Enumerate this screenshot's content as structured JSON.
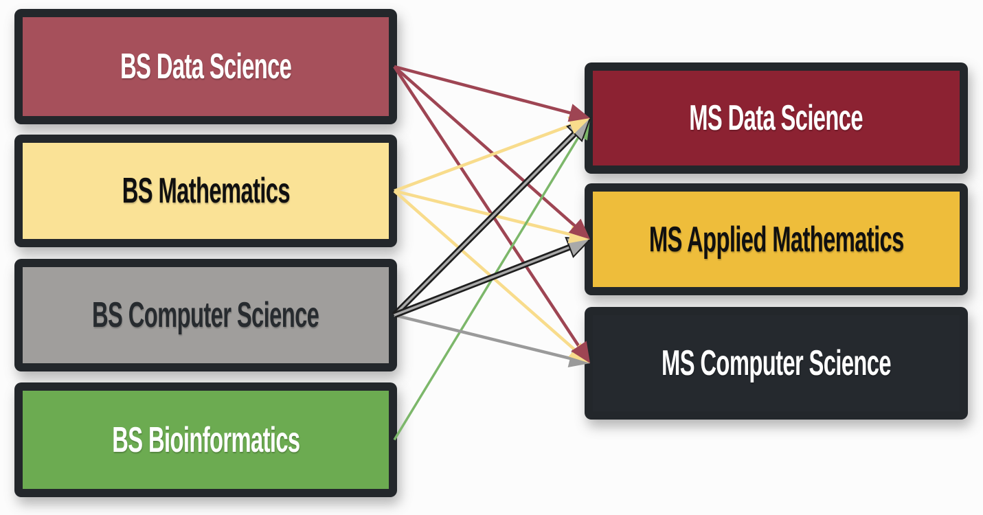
{
  "diagram": {
    "background_color": "#FCFCFC",
    "box_border_color": "#23272B",
    "nodes": [
      {
        "id": "bs-data-science",
        "label": "BS Data Science",
        "fill": "#A6505B",
        "text_color": "#FFFFFF",
        "column": "left"
      },
      {
        "id": "bs-mathematics",
        "label": "BS Mathematics",
        "fill": "#FAE296",
        "text_color": "#101010",
        "column": "left"
      },
      {
        "id": "bs-computer-science",
        "label": "BS Computer Science",
        "fill": "#A09E9C",
        "text_color": "#272B2F",
        "column": "left"
      },
      {
        "id": "bs-bioinformatics",
        "label": "BS Bioinformatics",
        "fill": "#6CAB51",
        "text_color": "#FFFFFF",
        "column": "left"
      },
      {
        "id": "ms-data-science",
        "label": "MS Data Science",
        "fill": "#8C2232",
        "text_color": "#FFFFFF",
        "column": "right"
      },
      {
        "id": "ms-applied-mathematics",
        "label": "MS Applied Mathematics",
        "fill": "#EEBD3B",
        "text_color": "#101010",
        "column": "right"
      },
      {
        "id": "ms-computer-science",
        "label": "MS Computer Science",
        "fill": "#25292E",
        "text_color": "#FFFFFF",
        "column": "right"
      }
    ],
    "edges": [
      {
        "from": "bs-data-science",
        "to": "ms-data-science",
        "color": "#9E4553",
        "style": "solid"
      },
      {
        "from": "bs-data-science",
        "to": "ms-applied-mathematics",
        "color": "#9E4553",
        "style": "solid"
      },
      {
        "from": "bs-data-science",
        "to": "ms-computer-science",
        "color": "#9E4553",
        "style": "solid"
      },
      {
        "from": "bs-mathematics",
        "to": "ms-data-science",
        "color": "#F8DC8C",
        "style": "solid"
      },
      {
        "from": "bs-mathematics",
        "to": "ms-applied-mathematics",
        "color": "#F8DC8C",
        "style": "solid"
      },
      {
        "from": "bs-mathematics",
        "to": "ms-computer-science",
        "color": "#F8DC8C",
        "style": "solid"
      },
      {
        "from": "bs-computer-science",
        "to": "ms-data-science",
        "color": "#A9A9A9",
        "style": "outlined",
        "outline_color": "#1F1F1F"
      },
      {
        "from": "bs-computer-science",
        "to": "ms-applied-mathematics",
        "color": "#A9A9A9",
        "style": "outlined",
        "outline_color": "#1F1F1F"
      },
      {
        "from": "bs-computer-science",
        "to": "ms-computer-science",
        "color": "#9A9A9A",
        "style": "solid"
      },
      {
        "from": "bs-bioinformatics",
        "to": "ms-data-science",
        "color": "#7CB76A",
        "style": "solid"
      }
    ]
  }
}
